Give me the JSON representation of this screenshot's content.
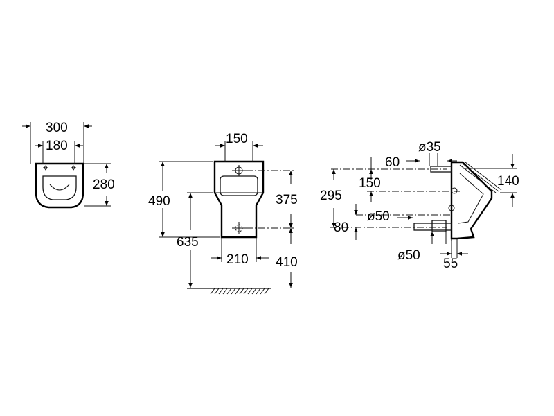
{
  "front_view": {
    "width_outer": "300",
    "width_inner": "180",
    "height": "280"
  },
  "center_view": {
    "top_width": "150",
    "height_total": "490",
    "height_upper": "375",
    "height_floor": "635",
    "base_width": "210",
    "height_lower": "410"
  },
  "side_view": {
    "inlet_diameter": "ø35",
    "inlet_offset": "60",
    "depth_top": "140",
    "offset_150": "150",
    "offset_295": "295",
    "outlet_diameter": "ø50",
    "offset_80": "80",
    "outlet_diameter_lower": "ø50",
    "depth_bottom": "55"
  }
}
